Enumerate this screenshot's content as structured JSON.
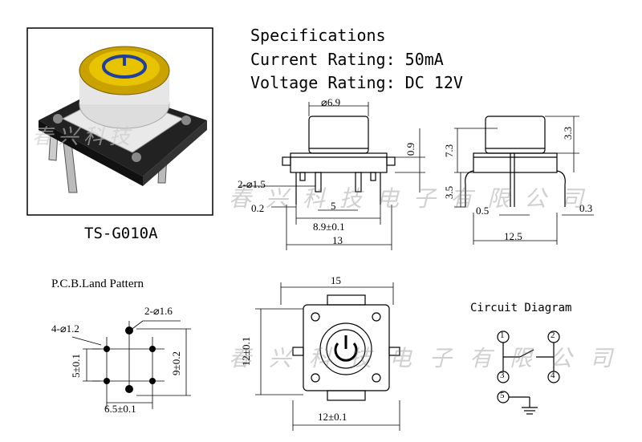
{
  "model": "TS-G010A",
  "specs": {
    "heading": "Specifications",
    "current": "Current Rating: 50mA",
    "voltage": "Voltage Rating: DC 12V"
  },
  "pcb": {
    "title": "P.C.B.Land Pattern",
    "hole_small": "4-⌀1.2",
    "hole_large": "2-⌀1.6",
    "dim_left": "5±0.1",
    "dim_right": "9±0.2",
    "dim_bottom": "6.5±0.1"
  },
  "front_view": {
    "diameter": "⌀6.9",
    "holes": "2-⌀1.5",
    "pin_width": "0.2",
    "pitch": "5",
    "body_height_right": "0.9",
    "lead_spacing": "8.9±0.1",
    "width": "13"
  },
  "side_view": {
    "cap_height": "3.3",
    "total_height": "7.3",
    "lead_length": "3.5",
    "lead_width": "0.5",
    "lead_thickness": "0.3",
    "width": "12.5"
  },
  "top_view": {
    "width": "15",
    "height": "12±0.1",
    "body_width": "12±0.1"
  },
  "circuit": {
    "title": "Circuit Diagram",
    "pins": [
      "1",
      "2",
      "3",
      "4",
      "5"
    ]
  },
  "watermark": "春兴科技电子有限公司"
}
